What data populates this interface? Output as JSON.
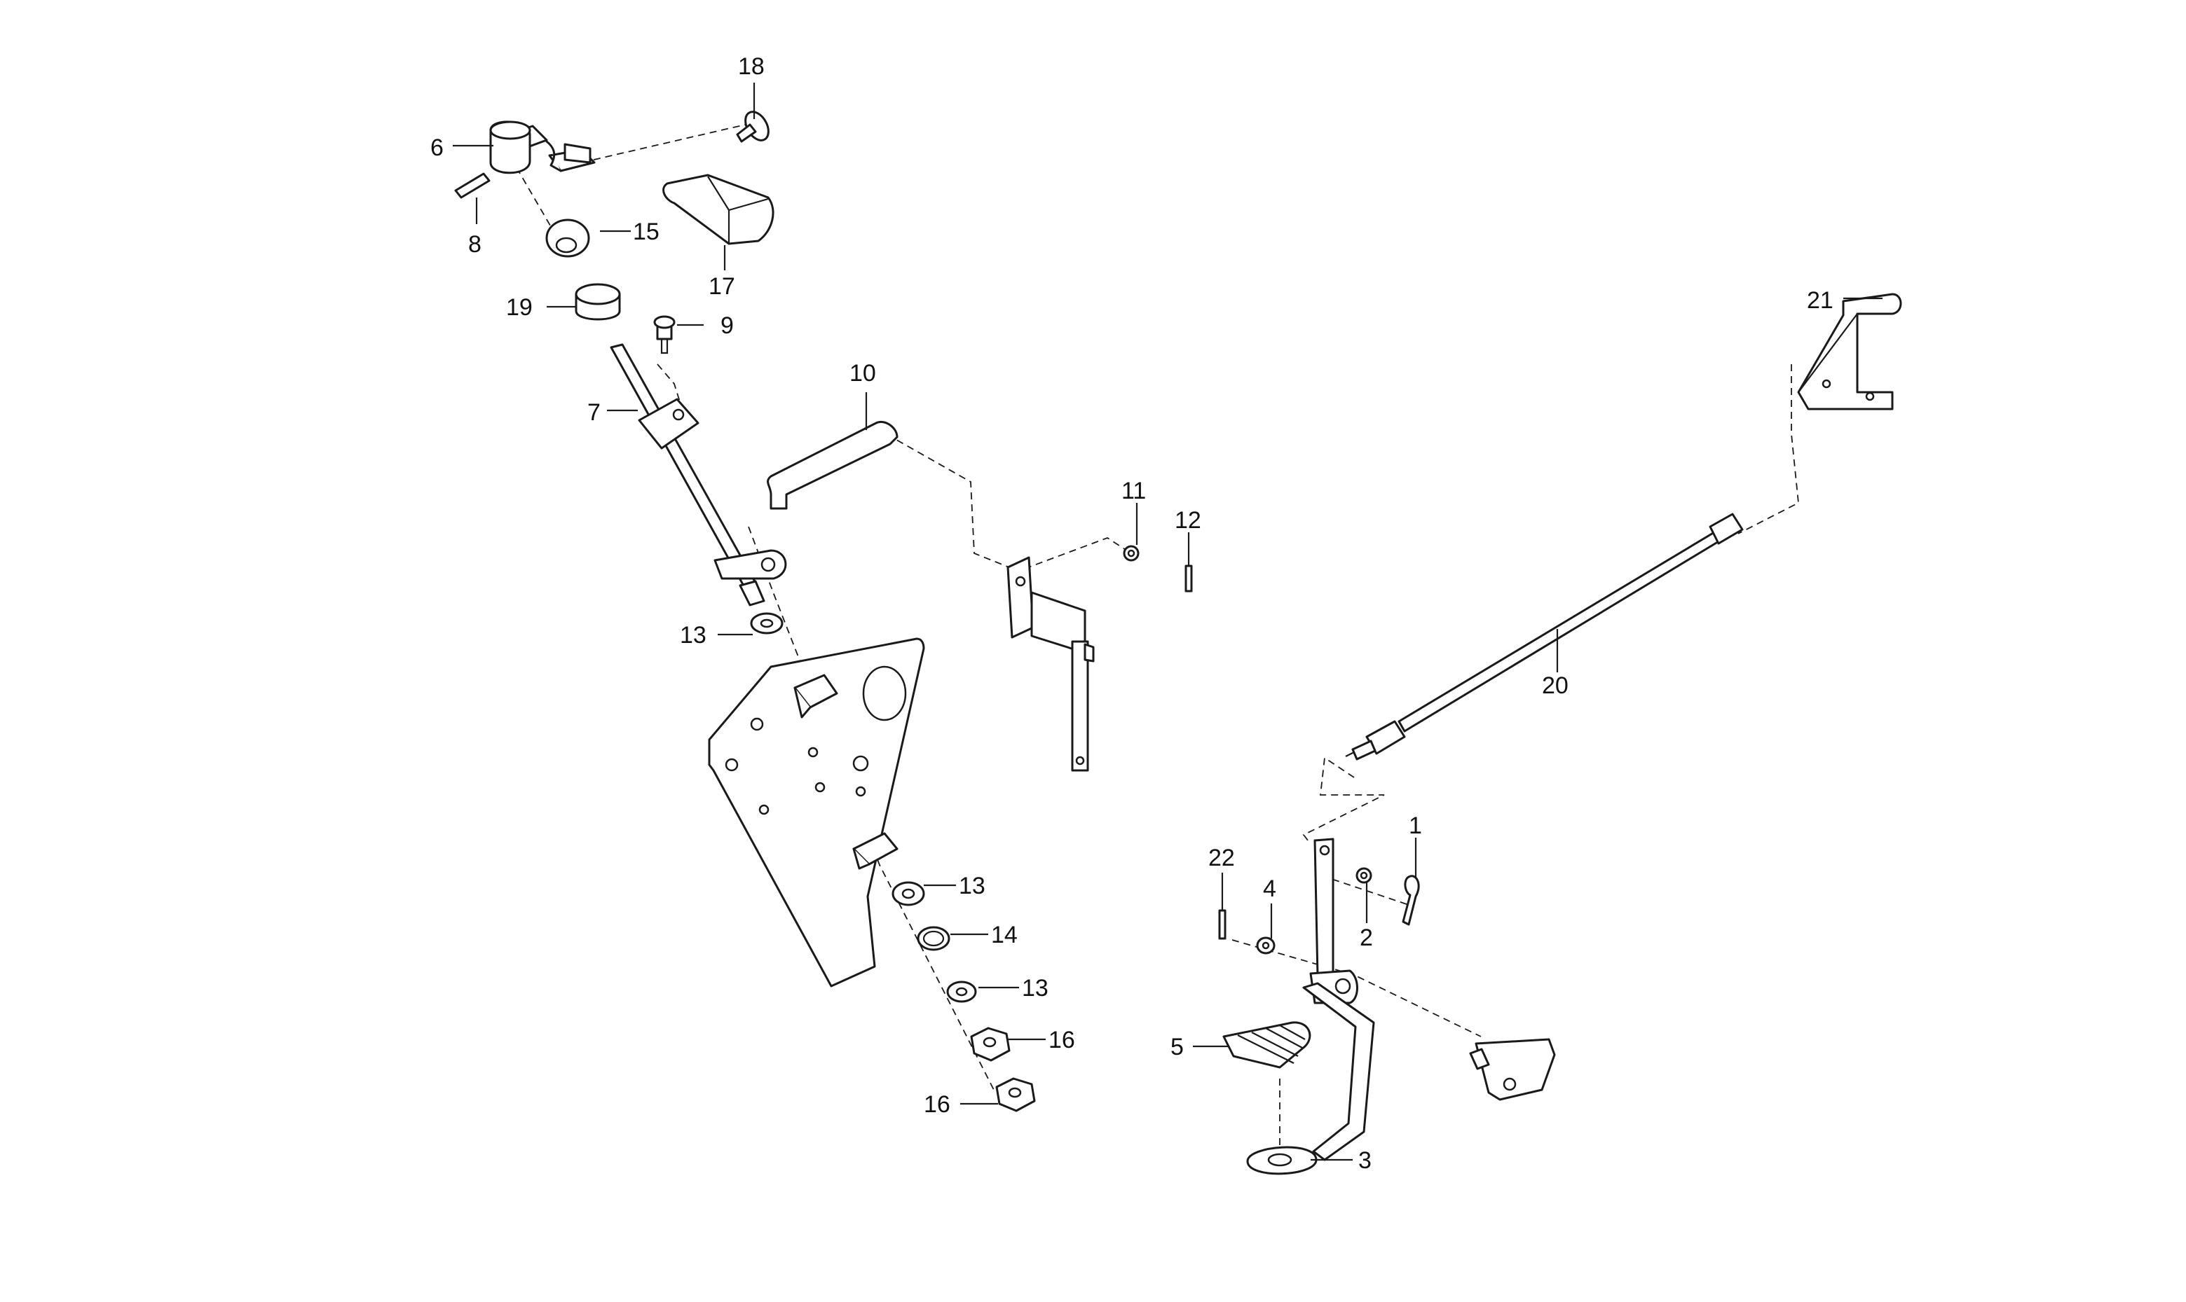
{
  "diagram": {
    "type": "exploded-parts-view",
    "line_color": "#1a1a1a",
    "background": "#ffffff",
    "callouts": [
      "18",
      "6",
      "15",
      "8",
      "17",
      "19",
      "9",
      "7",
      "10",
      "11",
      "12",
      "13",
      "13",
      "14",
      "13",
      "16",
      "16",
      "20",
      "21",
      "1",
      "22",
      "4",
      "2",
      "5",
      "3"
    ]
  }
}
